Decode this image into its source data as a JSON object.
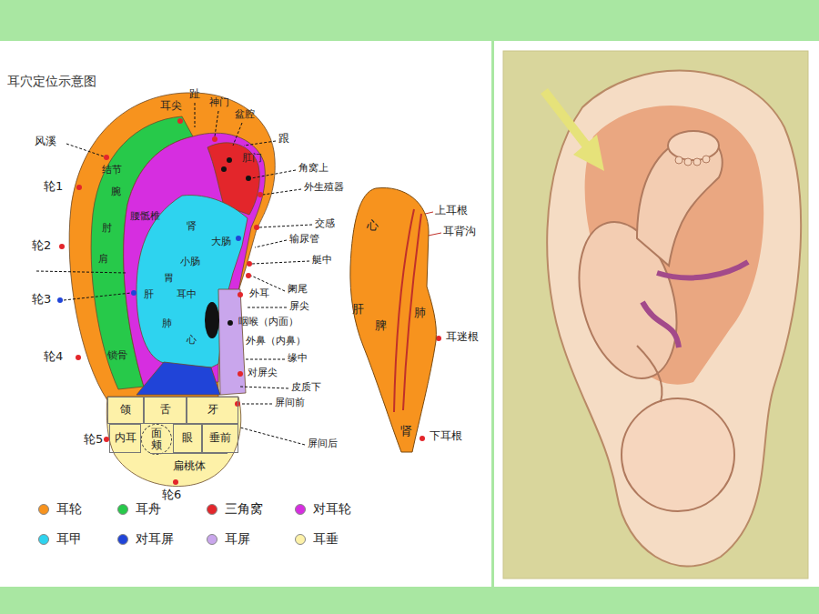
{
  "diagram": {
    "title": "耳穴定位示意图",
    "nodes": [
      {
        "text": [
          "颌"
        ]
      },
      {
        "text": [
          "舌"
        ]
      },
      {
        "text": [
          "牙"
        ]
      },
      {
        "text": [
          "内耳"
        ]
      },
      {
        "text": [
          "面颊"
        ]
      },
      {
        "text": [
          "眼"
        ]
      },
      {
        "text": [
          "垂前"
        ]
      },
      {
        "text": [
          "扁桃体"
        ]
      },
      {
        "text": [
          "心",
          "肝",
          "脾",
          "肺",
          "肾"
        ]
      }
    ],
    "labels": [
      "耳尖",
      "趾",
      "神门",
      "盆腔",
      "风溪",
      "跟",
      "肛门",
      "角窝上",
      "外生殖器",
      "轮1",
      "交感",
      "输尿管",
      "轮2",
      "艇中",
      "轮3",
      "阑尾",
      "外耳",
      "屏尖",
      "咽喉（内面）",
      "外鼻（内鼻）",
      "轮4",
      "缘中",
      "对屏尖",
      "皮质下",
      "屏间前",
      "屏间后",
      "轮5",
      "轮6",
      "结节",
      "腕",
      "肘",
      "肩",
      "锁骨",
      "腰骶椎",
      "肾",
      "大肠",
      "小肠",
      "胃",
      "肝",
      "耳中",
      "肺",
      "心",
      "上耳根",
      "耳背沟",
      "耳迷根",
      "下耳根"
    ],
    "legend": [
      {
        "text": "耳轮",
        "color": "#f7931e"
      },
      {
        "text": "耳舟",
        "color": "#27c94a"
      },
      {
        "text": "三角窝",
        "color": "#e3262b"
      },
      {
        "text": "对耳轮",
        "color": "#d62ee0"
      },
      {
        "text": "耳甲",
        "color": "#2ed3ef"
      },
      {
        "text": "对耳屏",
        "color": "#2044d8"
      },
      {
        "text": "耳屏",
        "color": "#c9a6ec"
      },
      {
        "text": "耳垂",
        "color": "#fdf1a8"
      }
    ]
  }
}
